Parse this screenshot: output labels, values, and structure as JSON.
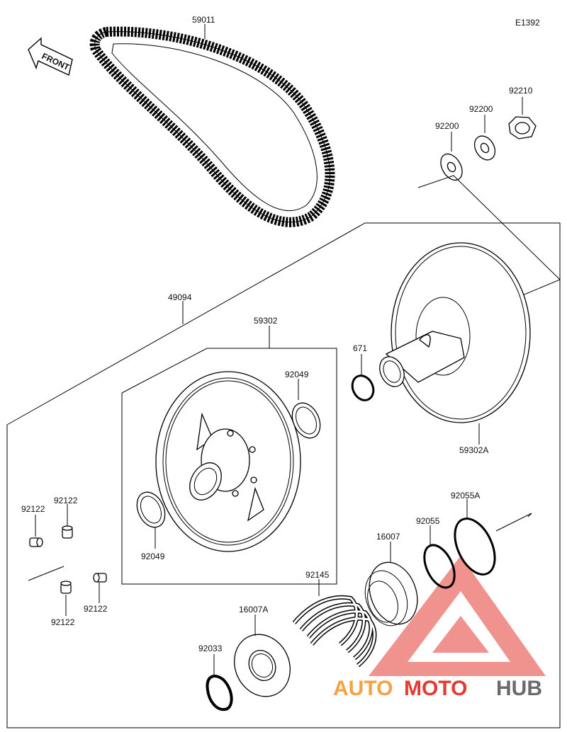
{
  "diagram": {
    "code": "E1392",
    "front_label": "FRONT",
    "parts": {
      "belt": "59011",
      "nut": "92210",
      "washer_right": "92200",
      "washer_left": "92200",
      "driven_assy": "49094",
      "fixed_sheave": "59302",
      "moving_sheave": "59302A",
      "ring_671": "671",
      "bushing_top": "92049",
      "bushing_bottom": "92049",
      "ramp_shoe_1": "92122",
      "ramp_shoe_2": "92122",
      "ramp_shoe_3": "92122",
      "ramp_shoe_4": "92122",
      "cam": "16007",
      "cam_a": "16007A",
      "spring": "92145",
      "snap_ring": "92033",
      "oring": "92055",
      "oring_a": "92055A"
    }
  },
  "watermark": {
    "part1": "AUTO",
    "part2": "MOTO",
    "part3": "HUB",
    "colors": {
      "orange": "#f5a243",
      "red": "#e43a32",
      "grey": "#6a6a6a"
    }
  }
}
